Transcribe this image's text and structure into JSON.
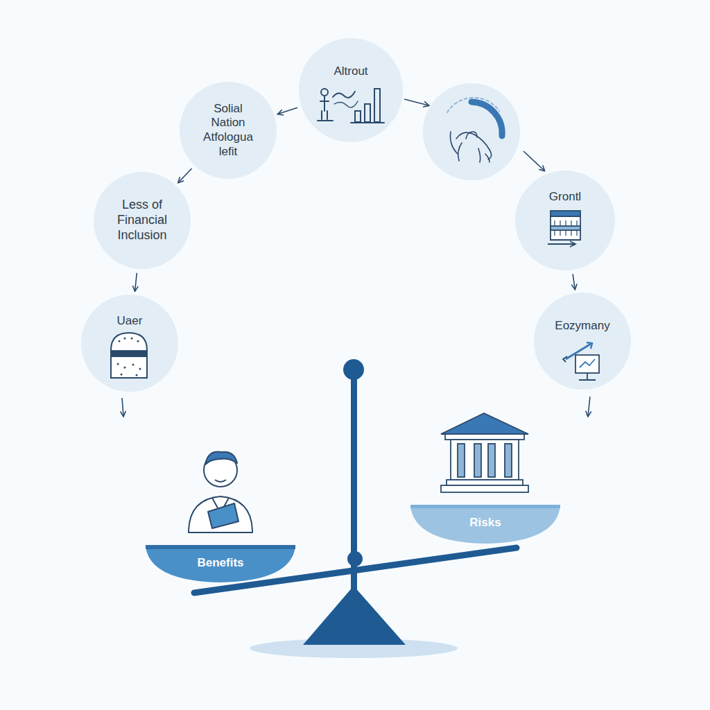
{
  "diagram": {
    "nodes": [
      {
        "text": [
          "Altrout"
        ]
      },
      {
        "text": [
          "Solial Nation Atfologua lefit"
        ]
      },
      {
        "text": [
          "Less of Financial Inclusion"
        ]
      },
      {
        "text": [
          "Uaer"
        ]
      },
      {
        "text": [
          "Grontl"
        ]
      },
      {
        "text": [
          "Eozymany"
        ]
      },
      {
        "text": [
          "Benefits"
        ]
      },
      {
        "text": [
          "Risks"
        ]
      }
    ],
    "edges": [
      {
        "from": 0,
        "to": 1,
        "arrow": "to"
      },
      {
        "from": 1,
        "to": 2,
        "arrow": "to"
      },
      {
        "from": 2,
        "to": 3,
        "arrow": "to"
      },
      {
        "from": 4,
        "to": 5,
        "arrow": "to"
      }
    ]
  }
}
